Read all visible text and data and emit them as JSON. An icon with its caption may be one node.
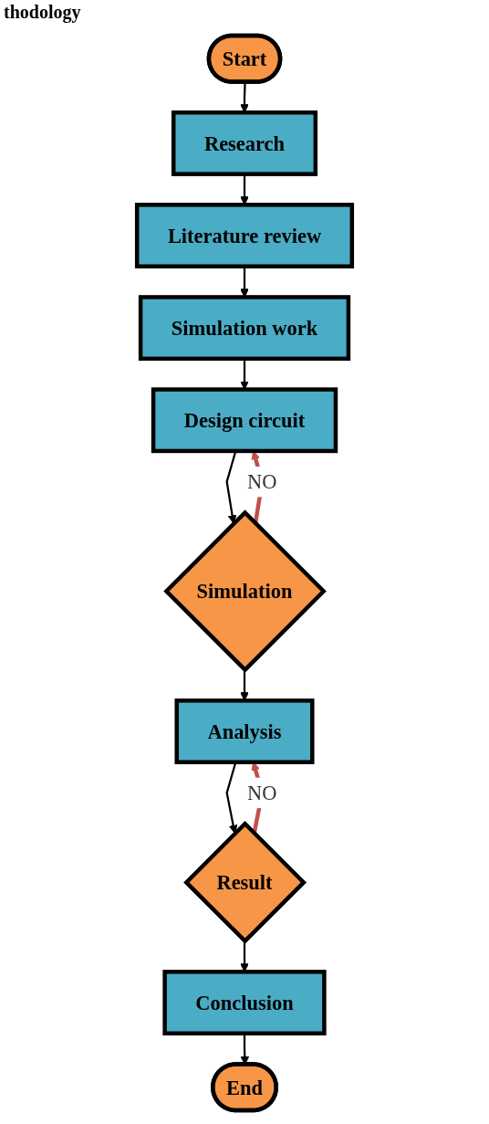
{
  "diagram": {
    "title": "thodology",
    "nodes": [
      {
        "text": [
          "Start"
        ]
      },
      {
        "text": [
          "Research"
        ]
      },
      {
        "text": [
          "Literature review"
        ]
      },
      {
        "text": [
          "Simulation work"
        ]
      },
      {
        "text": [
          "Design circuit"
        ]
      },
      {
        "text": [
          "Simulation"
        ]
      },
      {
        "text": [
          "Analysis"
        ]
      },
      {
        "text": [
          "Result"
        ]
      },
      {
        "text": [
          "Conclusion"
        ]
      },
      {
        "text": [
          "End"
        ]
      }
    ],
    "edges": [
      {
        "from": 0,
        "to": 1,
        "arrow": "to"
      },
      {
        "from": 1,
        "to": 2,
        "arrow": "to"
      },
      {
        "from": 2,
        "to": 3,
        "arrow": "to"
      },
      {
        "from": 3,
        "to": 4,
        "arrow": "to"
      },
      {
        "from": 4,
        "to": 5,
        "arrow": "to"
      },
      {
        "from": 5,
        "to": 4,
        "arrow": "to",
        "label": "NO",
        "style": "thick",
        "color": "#c0504d"
      },
      {
        "from": 5,
        "to": 6,
        "arrow": "to"
      },
      {
        "from": 6,
        "to": 7,
        "arrow": "to"
      },
      {
        "from": 7,
        "to": 6,
        "arrow": "to",
        "label": "NO",
        "style": "thick",
        "color": "#c0504d"
      },
      {
        "from": 7,
        "to": 8,
        "arrow": "to"
      },
      {
        "from": 8,
        "to": 9,
        "arrow": "to"
      }
    ]
  }
}
